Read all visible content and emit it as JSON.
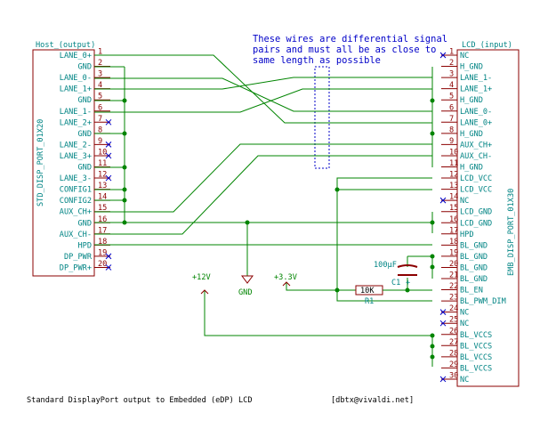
{
  "left_connector": {
    "ref": "Host_(output)",
    "value": "STD_DISP_PORT_01X20",
    "pins": [
      {
        "num": "1",
        "label": "LANE_0+"
      },
      {
        "num": "2",
        "label": "GND"
      },
      {
        "num": "3",
        "label": "LANE_0-"
      },
      {
        "num": "4",
        "label": "LANE_1+"
      },
      {
        "num": "5",
        "label": "GND"
      },
      {
        "num": "6",
        "label": "LANE_1-"
      },
      {
        "num": "7",
        "label": "LANE_2+"
      },
      {
        "num": "8",
        "label": "GND"
      },
      {
        "num": "9",
        "label": "LANE_2-"
      },
      {
        "num": "10",
        "label": "LANE_3+"
      },
      {
        "num": "11",
        "label": "GND"
      },
      {
        "num": "12",
        "label": "LANE_3-"
      },
      {
        "num": "13",
        "label": "CONFIG1"
      },
      {
        "num": "14",
        "label": "CONFIG2"
      },
      {
        "num": "15",
        "label": "AUX_CH+"
      },
      {
        "num": "16",
        "label": "GND"
      },
      {
        "num": "17",
        "label": "AUX_CH-"
      },
      {
        "num": "18",
        "label": "HPD"
      },
      {
        "num": "19",
        "label": "DP_PWR"
      },
      {
        "num": "20",
        "label": "DP_PWR+"
      }
    ]
  },
  "right_connector": {
    "ref": "LCD_(input)",
    "value": "EMB_DISP_PORT_01X30",
    "pins": [
      {
        "num": "1",
        "label": "NC"
      },
      {
        "num": "2",
        "label": "H_GND"
      },
      {
        "num": "3",
        "label": "LANE_1-"
      },
      {
        "num": "4",
        "label": "LANE_1+"
      },
      {
        "num": "5",
        "label": "H_GND"
      },
      {
        "num": "6",
        "label": "LANE_0-"
      },
      {
        "num": "7",
        "label": "LANE_0+"
      },
      {
        "num": "8",
        "label": "H_GND"
      },
      {
        "num": "9",
        "label": "AUX_CH+"
      },
      {
        "num": "10",
        "label": "AUX_CH-"
      },
      {
        "num": "11",
        "label": "H_GND"
      },
      {
        "num": "12",
        "label": "LCD_VCC"
      },
      {
        "num": "13",
        "label": "LCD_VCC"
      },
      {
        "num": "14",
        "label": "NC"
      },
      {
        "num": "15",
        "label": "LCD_GND"
      },
      {
        "num": "16",
        "label": "LCD_GND"
      },
      {
        "num": "17",
        "label": "HPD"
      },
      {
        "num": "18",
        "label": "BL_GND"
      },
      {
        "num": "19",
        "label": "BL_GND"
      },
      {
        "num": "20",
        "label": "BL_GND"
      },
      {
        "num": "21",
        "label": "BL_GND"
      },
      {
        "num": "22",
        "label": "BL_EN"
      },
      {
        "num": "23",
        "label": "BL_PWM_DIM"
      },
      {
        "num": "24",
        "label": "NC"
      },
      {
        "num": "25",
        "label": "NC"
      },
      {
        "num": "26",
        "label": "BL_VCCS"
      },
      {
        "num": "27",
        "label": "BL_VCCS"
      },
      {
        "num": "28",
        "label": "BL_VCCS"
      },
      {
        "num": "29",
        "label": "BL_VCCS"
      },
      {
        "num": "30",
        "label": "NC"
      }
    ]
  },
  "note_lines": [
    "These wires are differential signal",
    "pairs and must all be as close to",
    "same length as possible"
  ],
  "power": {
    "v12": "+12V",
    "v33": "+3.3V",
    "gnd": "GND"
  },
  "capacitor": {
    "value": "100µF",
    "ref": "C1",
    "plus": "+"
  },
  "resistor": {
    "value": "10K",
    "ref": "R1"
  },
  "footer": {
    "title": "Standard DisplayPort output to Embedded (eDP) LCD",
    "author": "[dbtx@vivaldi.net]"
  },
  "colors": {
    "wire": "#008400",
    "component": "#8b0000",
    "label": "#008484",
    "note": "#0000c8",
    "nc_marker": "#0000c8"
  }
}
